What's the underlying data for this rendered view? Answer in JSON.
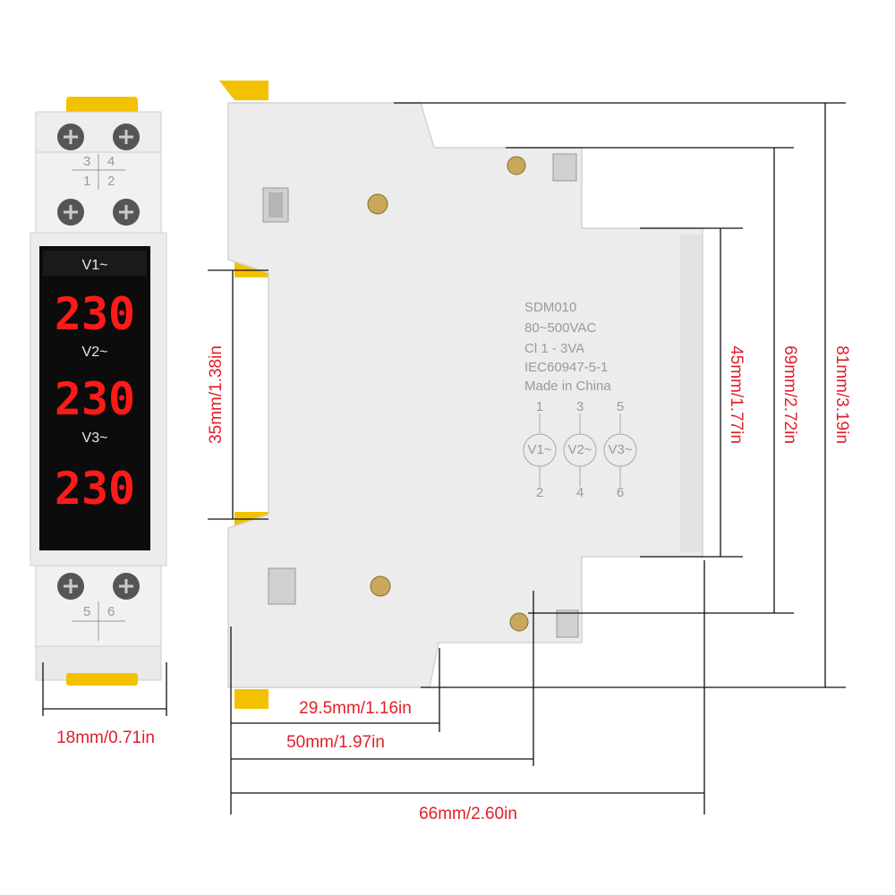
{
  "front_view": {
    "terminals_top": [
      "3",
      "4",
      "1",
      "2"
    ],
    "terminals_bottom": [
      "5",
      "6"
    ],
    "channels": [
      {
        "label": "V1~",
        "reading": "230"
      },
      {
        "label": "V2~",
        "reading": "230"
      },
      {
        "label": "V3~",
        "reading": "230"
      }
    ]
  },
  "side_view": {
    "product_label": [
      "SDM010",
      "80~500VAC",
      "Cl 1 - 3VA",
      "IEC60947-5-1",
      "Made in China"
    ],
    "schematic": {
      "top_numbers": [
        "1",
        "3",
        "5"
      ],
      "meters": [
        "V1~",
        "V2~",
        "V3~"
      ],
      "bottom_numbers": [
        "2",
        "4",
        "6"
      ]
    }
  },
  "dimensions": {
    "width_front": "18mm/0.71in",
    "din_rail": "35mm/1.38in",
    "face_height": "45mm/1.77in",
    "mid_height": "69mm/2.72in",
    "total_height": "81mm/3.19in",
    "depth_1": "29.5mm/1.16in",
    "depth_2": "50mm/1.97in",
    "depth_3": "66mm/2.60in"
  },
  "colors": {
    "dimension_text": "#e0202a",
    "display_digits": "#ff1a1a",
    "housing": "#ebebeb",
    "clip": "#f5c400"
  }
}
